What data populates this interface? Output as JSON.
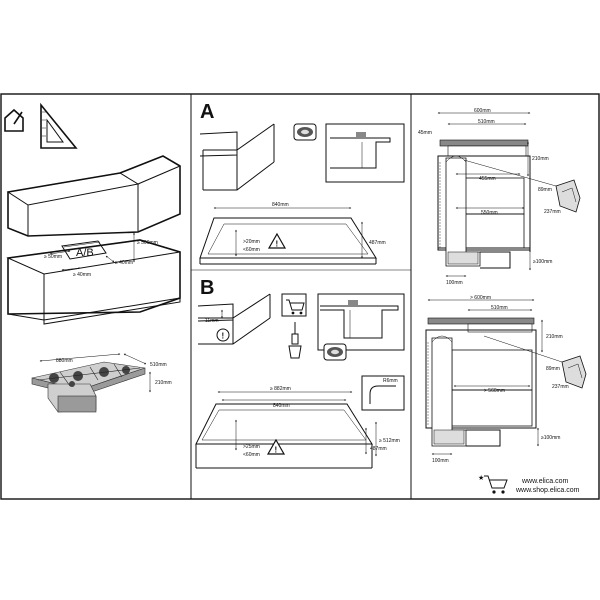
{
  "panel_a": {
    "letter": "A",
    "width_label": "840mm",
    "depth_label": "487mm",
    "thickness_min": ">20mm",
    "thickness_max": "<60mm"
  },
  "panel_b": {
    "letter": "B",
    "seal_label": "11mm",
    "outer_width_label": "≥ 882mm",
    "width_label": "840mm",
    "radius_label": "R6mm",
    "outer_depth_label": "≥ 512mm",
    "depth_label": "487mm",
    "thickness_min": ">25mm",
    "thickness_max": "<60mm"
  },
  "kitchen": {
    "label_ab": "A/B",
    "dim_500": "≥ 500mm",
    "dim_50": "≥ 50mm",
    "dim_40_left": "≥ 40mm",
    "dim_40_right": "≥ 40mm"
  },
  "hob": {
    "width": "880mm",
    "depth": "510mm",
    "height": "210mm"
  },
  "cabinet_top": {
    "outer_width": "600mm",
    "inner_width": "510mm",
    "left_offset": "45mm",
    "height": "210mm",
    "mid_width": "455mm",
    "opening_width": "550mm",
    "duct_height": "≥100mm",
    "duct_width": "100mm",
    "vent_height": "89mm",
    "vent_depth": "237mm"
  },
  "cabinet_bottom": {
    "outer_width": "> 600mm",
    "inner_width": "510mm",
    "height": "210mm",
    "opening_width": "> 560mm",
    "duct_height": "≥100mm",
    "duct_width": "100mm",
    "vent_height": "89mm",
    "vent_depth": "237mm"
  },
  "footer": {
    "url1": "www.elica.com",
    "url2": "www.shop.elica.com"
  },
  "icons": [
    "square-triangle-icon",
    "warning-icon",
    "info-icon",
    "shopping-cart-icon",
    "seal-tape-icon",
    "sealant-tube-icon",
    "star-icon"
  ]
}
